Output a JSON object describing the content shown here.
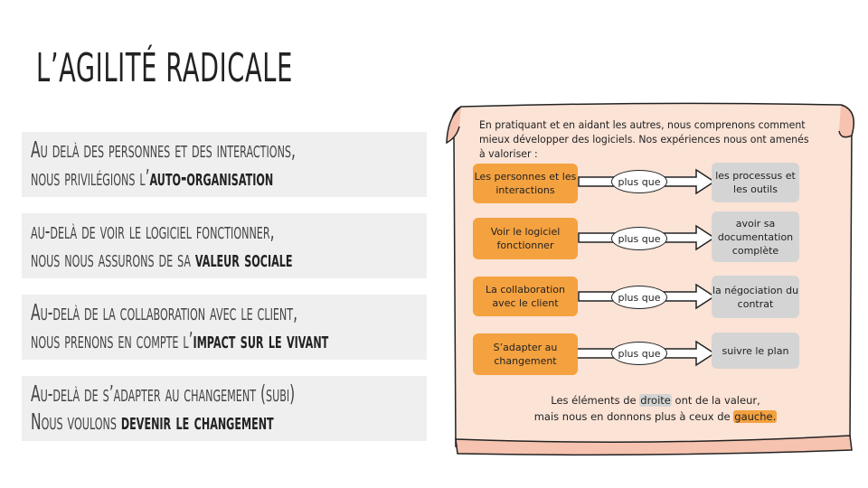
{
  "title": "L’agilité radicale",
  "left_items": [
    {
      "line1": "Au delà des personnes et des interactions,",
      "line2_prefix": "nous privilégions l’",
      "line2_bold": "auto-organisation"
    },
    {
      "line1": "au-delà de voir le logiciel fonctionner,",
      "line2_prefix": "nous nous assurons de sa ",
      "line2_bold": "valeur sociale"
    },
    {
      "line1": "Au-delà de la collaboration avec le client,",
      "line2_prefix": "nous prenons en compte l’",
      "line2_bold": "impact sur le vivant"
    },
    {
      "line1": "Au-delà de s’adapter au changement (subi)",
      "line2_prefix": "Nous voulons ",
      "line2_bold": "devenir le changement"
    }
  ],
  "manifesto": {
    "intro": "En pratiquant et en aidant les autres, nous comprenons comment mieux développer des logiciels. Nos expériences nous ont amenés à valoriser :",
    "connector": "plus que",
    "rows": [
      {
        "left": "Les personnes et les interactions",
        "right": "les processus et les outils"
      },
      {
        "left": "Voir le logiciel fonctionner",
        "right": "avoir sa documentation complète"
      },
      {
        "left": "La collaboration avec le client",
        "right": "la négociation du contrat"
      },
      {
        "left": "S’adapter au changement",
        "right": "suivre le plan"
      }
    ],
    "outro_1a": "Les éléments de ",
    "outro_1b": "droite",
    "outro_1c": " ont de la valeur,",
    "outro_2a": "mais nous en donnons plus à ceux de ",
    "outro_2b": "gauche."
  },
  "colors": {
    "orange": "#f4a13f",
    "gray": "#d4d4d4",
    "parchment": "#fbe3d6"
  }
}
